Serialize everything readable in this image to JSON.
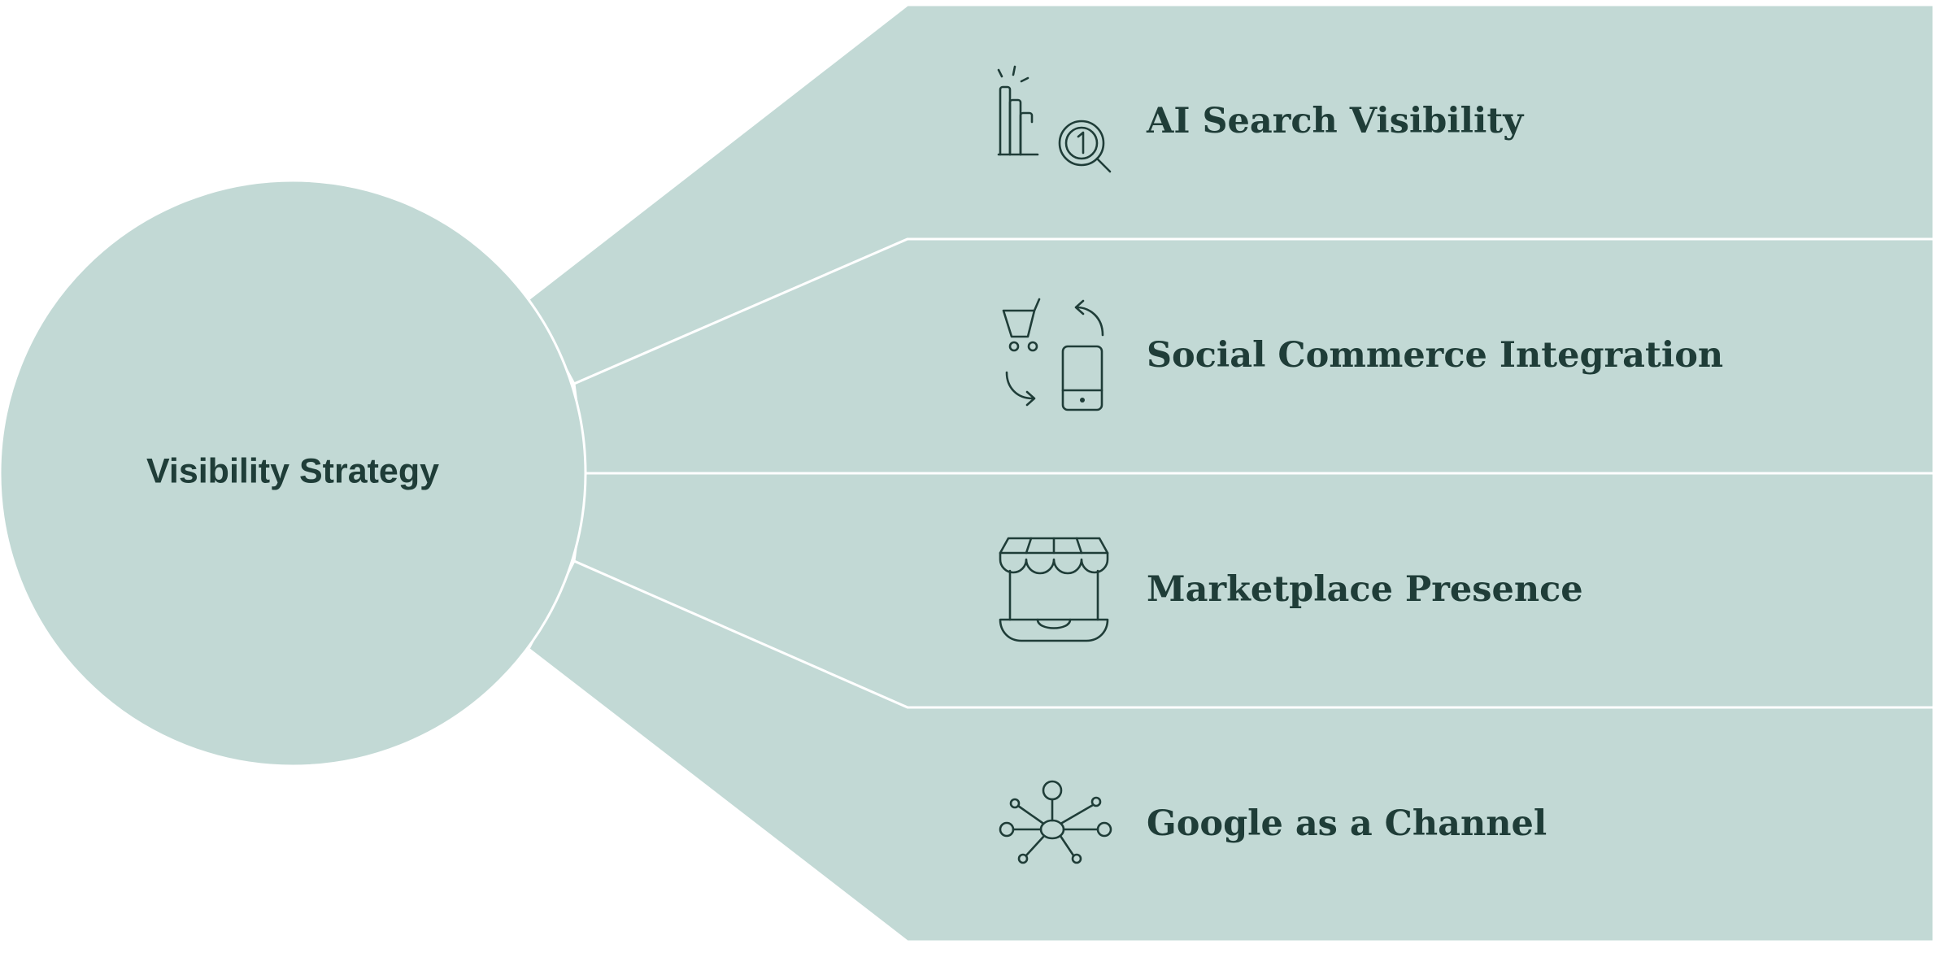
{
  "diagram": {
    "hub": {
      "label": "Visibility Strategy"
    },
    "branches": [
      {
        "label": "AI Search Visibility",
        "icon": "ranking-chart-search-icon"
      },
      {
        "label": "Social Commerce Integration",
        "icon": "cart-phone-sync-icon"
      },
      {
        "label": "Marketplace Presence",
        "icon": "storefront-icon"
      },
      {
        "label": "Google as a Channel",
        "icon": "network-hub-icon"
      }
    ],
    "colors": {
      "fill": "#c2d9d5",
      "stroke": "#ffffff",
      "text": "#1f3d38"
    }
  }
}
